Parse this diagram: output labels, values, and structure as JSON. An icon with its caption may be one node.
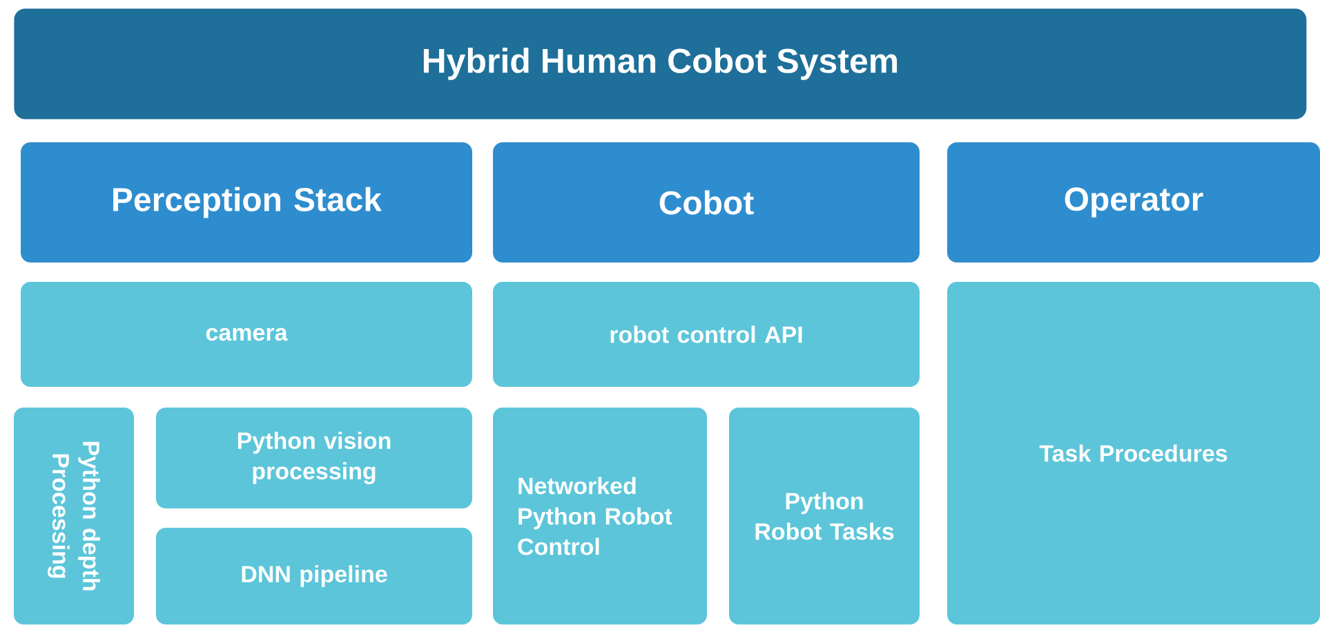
{
  "diagram": {
    "title": "Hybrid Human Cobot System",
    "nodes": [
      {
        "text": [
          "Perception Stack"
        ]
      },
      {
        "text": [
          "Cobot"
        ]
      },
      {
        "text": [
          "Operator"
        ]
      },
      {
        "text": [
          "camera"
        ]
      },
      {
        "text": [
          "robot control API"
        ]
      },
      {
        "text": [
          "Task Procedures"
        ]
      },
      {
        "text": [
          "Python depth Processing"
        ]
      },
      {
        "text": [
          "Python vision processing"
        ]
      },
      {
        "text": [
          "DNN pipeline"
        ]
      },
      {
        "text": [
          "Networked Python Robot Control"
        ]
      },
      {
        "text": [
          "Python Robot Tasks"
        ]
      }
    ]
  }
}
